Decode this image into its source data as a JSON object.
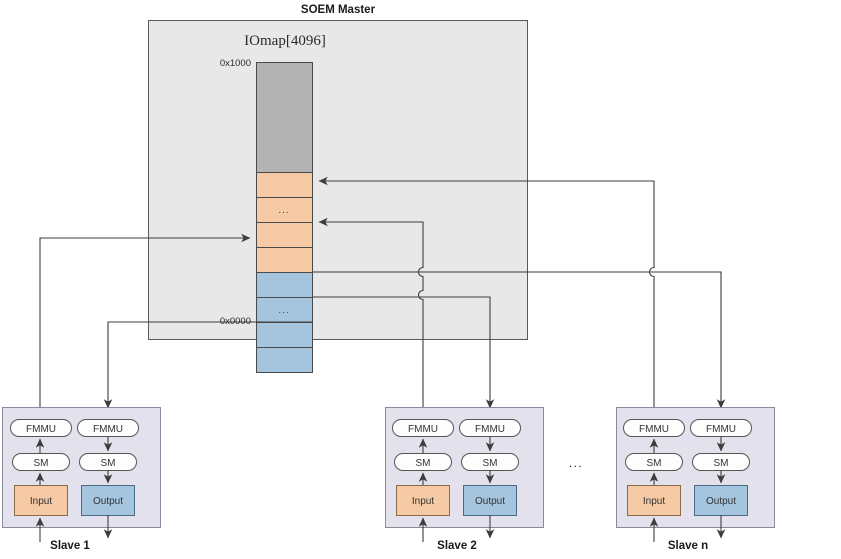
{
  "title": "SOEM  Master",
  "iomap": {
    "label": "IOmap[4096]",
    "addr_top": "0x1000",
    "addr_bottom": "0x0000",
    "ellipsis": "...",
    "blocks": [
      {
        "kind": "reserved",
        "label": "",
        "color": "#b3b3b3"
      },
      {
        "kind": "input",
        "label": "",
        "color": "#f4c9a3"
      },
      {
        "kind": "input",
        "label": "...",
        "color": "#f4c9a3"
      },
      {
        "kind": "input",
        "label": "",
        "color": "#f4c9a3"
      },
      {
        "kind": "input",
        "label": "",
        "color": "#f4c9a3"
      },
      {
        "kind": "output",
        "label": "",
        "color": "#a5c4de"
      },
      {
        "kind": "output",
        "label": "...",
        "color": "#a5c4de"
      },
      {
        "kind": "output",
        "label": "",
        "color": "#a5c4de"
      },
      {
        "kind": "output",
        "label": "",
        "color": "#a5c4de"
      }
    ]
  },
  "slaves": [
    {
      "name": "Slave 1",
      "fmmu_in": "FMMU",
      "fmmu_out": "FMMU",
      "sm_in": "SM",
      "sm_out": "SM",
      "input": "Input",
      "output": "Output"
    },
    {
      "name": "Slave 2",
      "fmmu_in": "FMMU",
      "fmmu_out": "FMMU",
      "sm_in": "SM",
      "sm_out": "SM",
      "input": "Input",
      "output": "Output"
    },
    {
      "name": "Slave n",
      "fmmu_in": "FMMU",
      "fmmu_out": "FMMU",
      "sm_in": "SM",
      "sm_out": "SM",
      "input": "Input",
      "output": "Output"
    }
  ],
  "slave_gap_ellipsis": "...",
  "colors": {
    "input_block": "#f4c9a3",
    "output_block": "#a5c4de",
    "reserved_block": "#b3b3b3",
    "master_fill": "#e8e8e8",
    "slave_fill": "#e3e1ec",
    "line": "#3d3d3d"
  }
}
